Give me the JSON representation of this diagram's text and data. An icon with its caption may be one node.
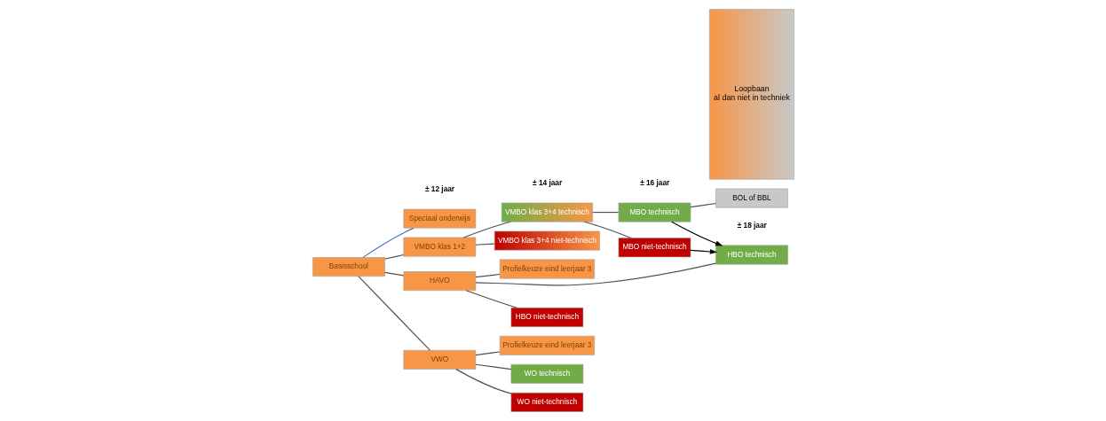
{
  "diagram": {
    "nodes": [
      {
        "text": [
          "Basisschool"
        ]
      },
      {
        "text": [
          "Speciaal onderwijs"
        ]
      },
      {
        "text": [
          "VMBO klas 1+2"
        ]
      },
      {
        "text": [
          "HAVO"
        ]
      },
      {
        "text": [
          "VWO"
        ]
      },
      {
        "text": [
          "VMBO klas 3+4 technisch"
        ]
      },
      {
        "text": [
          "VMBO klas 3+4 niet-technisch"
        ]
      },
      {
        "text": [
          "MBO technisch"
        ]
      },
      {
        "text": [
          "MBO niet-technisch"
        ]
      },
      {
        "text": [
          "BOL of BBL"
        ]
      },
      {
        "text": [
          "Loopbaan",
          "al dan niet in techniek"
        ]
      },
      {
        "text": [
          "HBO technisch"
        ]
      },
      {
        "text": [
          "HBO niet-technisch"
        ]
      },
      {
        "text": [
          "WO technisch"
        ]
      },
      {
        "text": [
          "WO niet-technisch"
        ]
      },
      {
        "text": [
          "Profielkeuze eind leerjaar 3"
        ]
      },
      {
        "text": [
          "Profielkeuze eind leerjaar 3"
        ]
      }
    ],
    "edges": [
      {
        "from": 0,
        "to": 1,
        "arrow": "none",
        "color": "#4472c4"
      },
      {
        "from": 0,
        "to": 2,
        "arrow": "none"
      },
      {
        "from": 0,
        "to": 3,
        "arrow": "none"
      },
      {
        "from": 0,
        "to": 4,
        "arrow": "none"
      },
      {
        "from": 2,
        "to": 5,
        "arrow": "none"
      },
      {
        "from": 2,
        "to": 6,
        "arrow": "none"
      },
      {
        "from": 5,
        "to": 7,
        "arrow": "none"
      },
      {
        "from": 5,
        "to": 8,
        "arrow": "none"
      },
      {
        "from": 7,
        "to": 9,
        "arrow": "none"
      },
      {
        "from": 7,
        "to": 11,
        "arrow": "to",
        "color": "#000000"
      },
      {
        "from": 8,
        "to": 11,
        "arrow": "to",
        "color": "#000000"
      },
      {
        "from": 3,
        "to": 15,
        "arrow": "none"
      },
      {
        "from": 3,
        "to": 11,
        "arrow": "none"
      },
      {
        "from": 3,
        "to": 12,
        "arrow": "none"
      },
      {
        "from": 4,
        "to": 16,
        "arrow": "none"
      },
      {
        "from": 4,
        "to": 13,
        "arrow": "none"
      },
      {
        "from": 4,
        "to": 14,
        "arrow": "none"
      }
    ],
    "labels": [
      "± 12 jaar",
      "± 14 jaar",
      "± 16 jaar",
      "± 18 jaar"
    ]
  }
}
